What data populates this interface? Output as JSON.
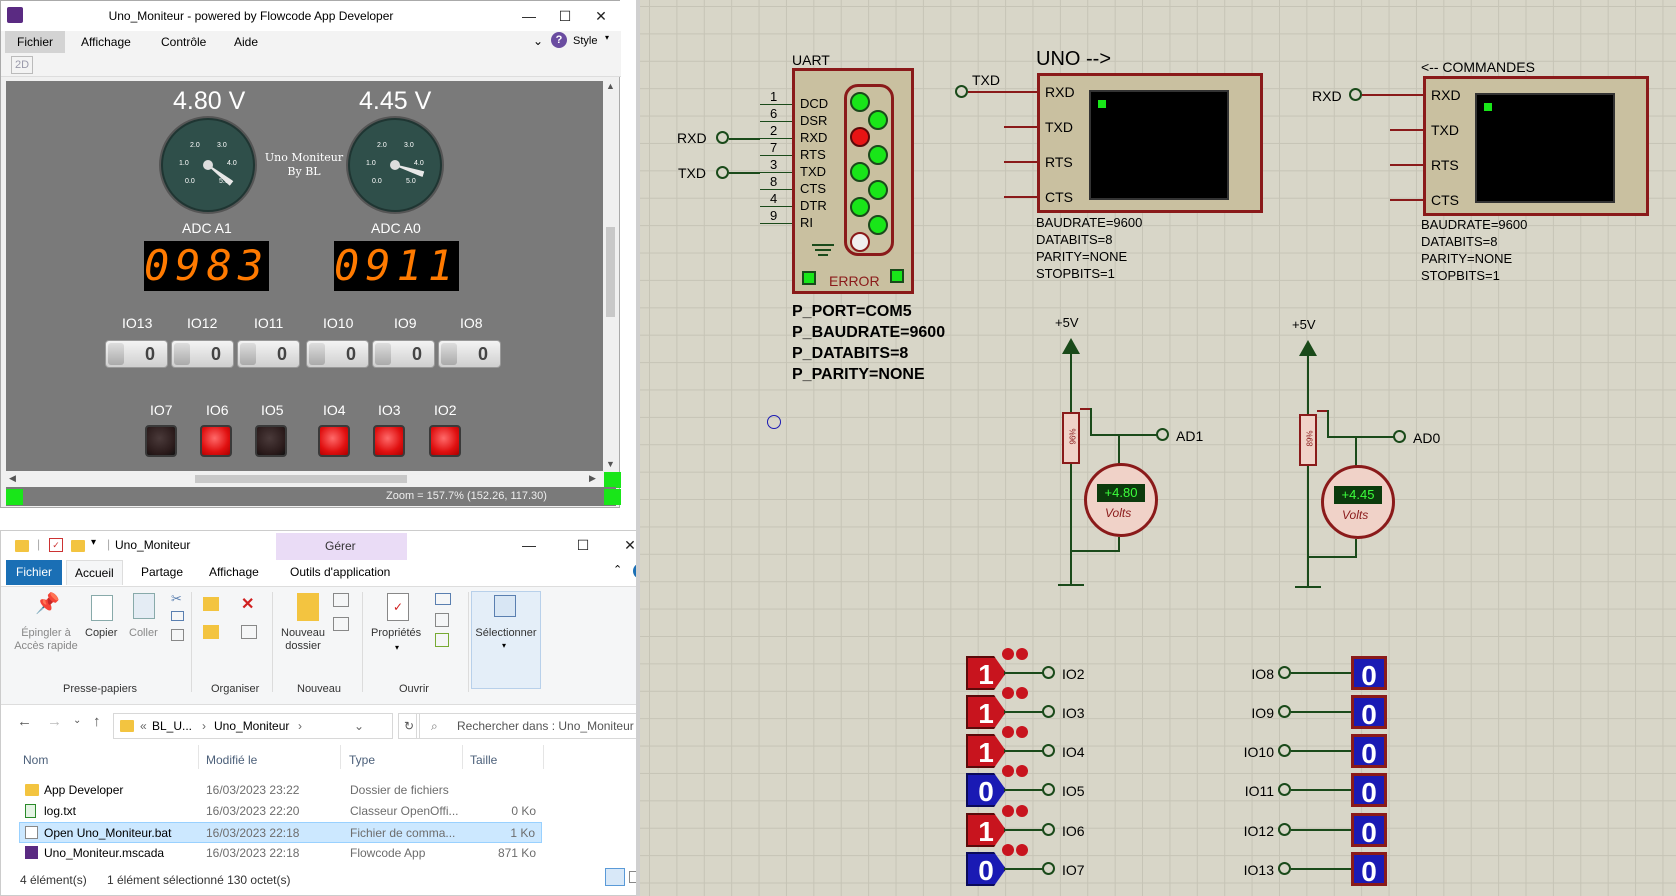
{
  "flowcode": {
    "title": "Uno_Moniteur - powered by Flowcode App Developer",
    "menus": [
      "Fichier",
      "Affichage",
      "Contrôle",
      "Aide"
    ],
    "style_label": "Style",
    "mode_button": "2D",
    "voltages": [
      "4.80 V",
      "4.45 V"
    ],
    "gauge_ticks": [
      "2.0",
      "3.0",
      "1.0",
      "4.0",
      "0.0",
      "5.0"
    ],
    "uno_label": "Uno Moniteur\nBy BL",
    "adc_labels": [
      "ADC A1",
      "ADC A0"
    ],
    "adc_values": [
      "0983",
      "0911"
    ],
    "switch_labels": [
      "IO13",
      "IO12",
      "IO11",
      "IO10",
      "IO9",
      "IO8"
    ],
    "switch_values": [
      "0",
      "0",
      "0",
      "0",
      "0",
      "0"
    ],
    "led_labels": [
      "IO7",
      "IO6",
      "IO5",
      "IO4",
      "IO3",
      "IO2"
    ],
    "led_states": [
      false,
      true,
      false,
      true,
      true,
      true
    ],
    "status_zoom": "Zoom = 157.7% (152.26, 117.30)"
  },
  "explorer": {
    "title": "Uno_Moniteur",
    "manage_tab": "Gérer",
    "tabs": [
      "Fichier",
      "Accueil",
      "Partage",
      "Affichage",
      "Outils d'application"
    ],
    "ribbon": {
      "pin": "Épingler à\nAccès rapide",
      "copy": "Copier",
      "paste": "Coller",
      "clipboard_group": "Presse-papiers",
      "organize_group": "Organiser",
      "new_folder": "Nouveau\ndossier",
      "new_group": "Nouveau",
      "properties": "Propriétés",
      "open_group": "Ouvrir",
      "select": "Sélectionner"
    },
    "address": [
      "«",
      "BL_U...",
      "›",
      "Uno_Moniteur",
      "›"
    ],
    "search_placeholder": "Rechercher dans : Uno_Moniteur",
    "columns": [
      "Nom",
      "Modifié le",
      "Type",
      "Taille"
    ],
    "files": [
      {
        "name": "App Developer",
        "date": "16/03/2023 23:22",
        "type": "Dossier de fichiers",
        "size": ""
      },
      {
        "name": "log.txt",
        "date": "16/03/2023 22:20",
        "type": "Classeur OpenOffi...",
        "size": "0 Ko"
      },
      {
        "name": "Open Uno_Moniteur.bat",
        "date": "16/03/2023 22:18",
        "type": "Fichier de comma...",
        "size": "1 Ko"
      },
      {
        "name": "Uno_Moniteur.mscada",
        "date": "16/03/2023 22:18",
        "type": "Flowcode App",
        "size": "871 Ko"
      }
    ],
    "status": [
      "4 élément(s)",
      "1 élément sélectionné  130 octet(s)"
    ]
  },
  "proteus": {
    "uart_title": "UART",
    "uart_pin_nums": [
      "1",
      "6",
      "2",
      "7",
      "3",
      "8",
      "4",
      "9"
    ],
    "uart_pin_names": [
      "DCD",
      "DSR",
      "RXD",
      "RTS",
      "TXD",
      "CTS",
      "DTR",
      "RI"
    ],
    "uart_error": "ERROR",
    "uart_props": [
      "P_PORT=COM5",
      "P_BAUDRATE=9600",
      "P_DATABITS=8",
      "P_PARITY=NONE"
    ],
    "left_nets": [
      "RXD",
      "TXD"
    ],
    "term1_title": "UNO -->",
    "term1_net": "TXD",
    "term2_title": "<-- COMMANDES",
    "term2_net": "RXD",
    "term_pins": [
      "RXD",
      "TXD",
      "RTS",
      "CTS"
    ],
    "term_props": [
      "BAUDRATE=9600",
      "DATABITS=8",
      "PARITY=NONE",
      "STOPBITS=1"
    ],
    "supply": "+5V",
    "pot1": "96%",
    "pot2": "89%",
    "meter1": "+4.80",
    "meter2": "+4.45",
    "meter_unit": "Volts",
    "adc_nets": [
      "AD1",
      "AD0"
    ],
    "logic_states": [
      {
        "v": "1",
        "net": "IO2"
      },
      {
        "v": "1",
        "net": "IO3"
      },
      {
        "v": "1",
        "net": "IO4"
      },
      {
        "v": "0",
        "net": "IO5"
      },
      {
        "v": "1",
        "net": "IO6"
      },
      {
        "v": "0",
        "net": "IO7"
      }
    ],
    "probes": [
      {
        "v": "0",
        "net": "IO8"
      },
      {
        "v": "0",
        "net": "IO9"
      },
      {
        "v": "0",
        "net": "IO10"
      },
      {
        "v": "0",
        "net": "IO11"
      },
      {
        "v": "0",
        "net": "IO12"
      },
      {
        "v": "0",
        "net": "IO13"
      }
    ]
  }
}
